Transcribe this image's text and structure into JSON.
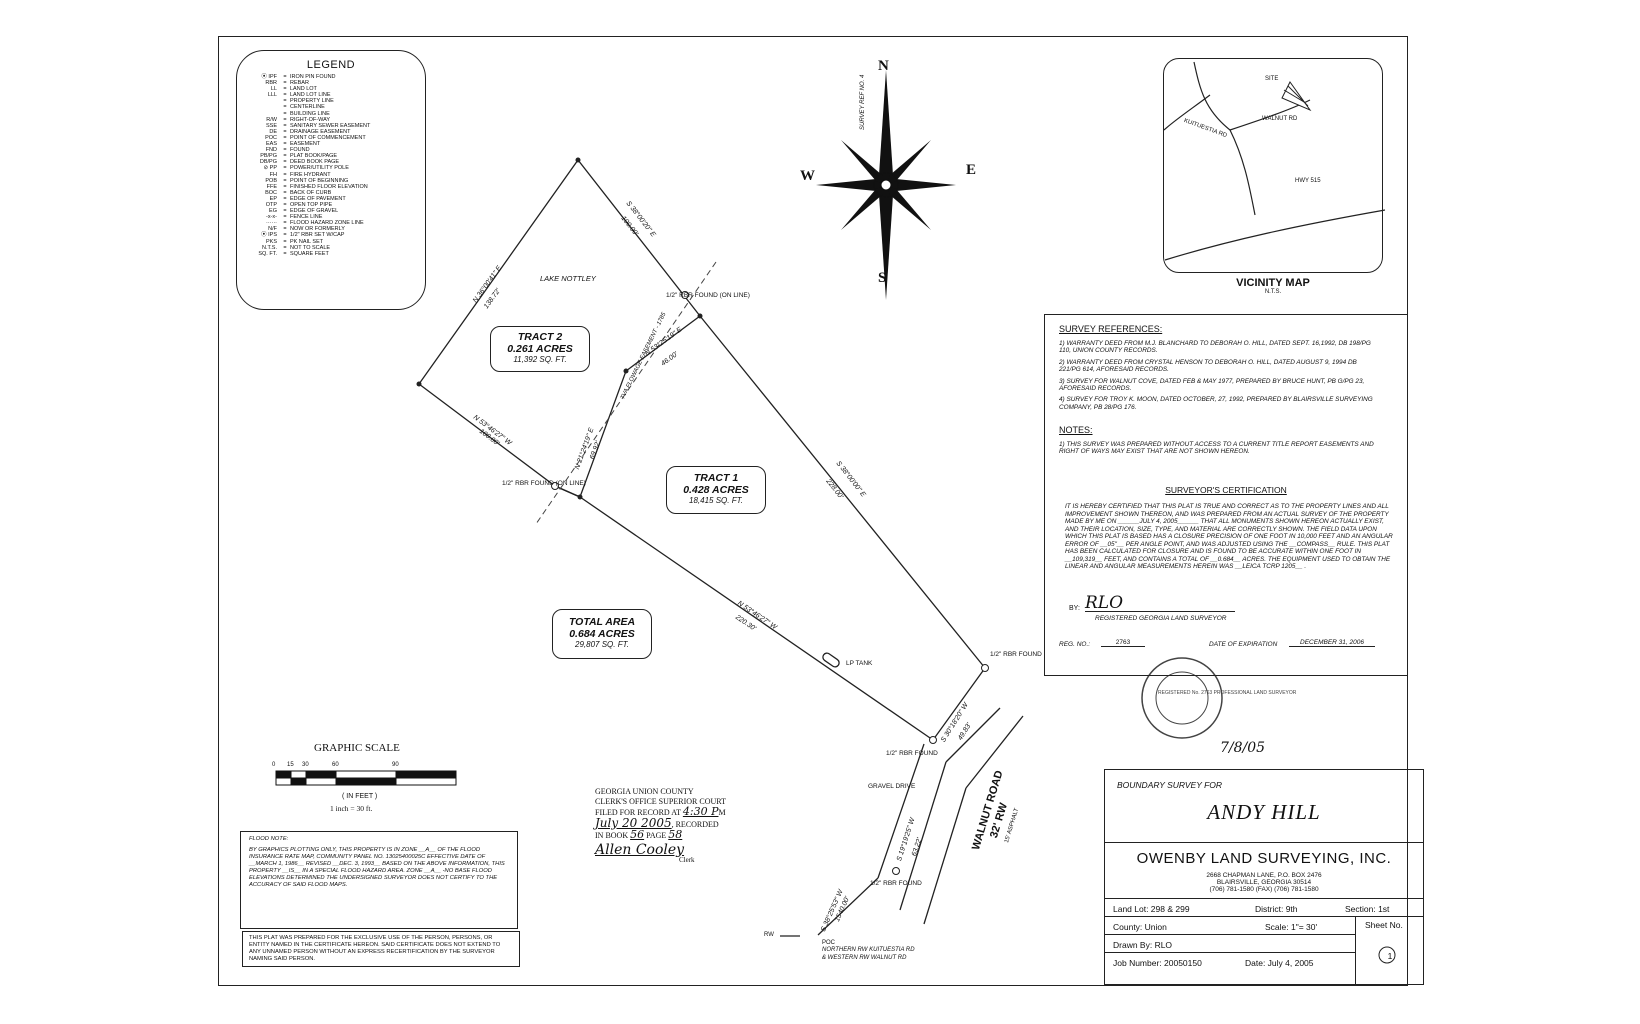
{
  "legend": {
    "title": "LEGEND",
    "items": [
      {
        "sym": "⦿ IPF",
        "desc": "IRON PIN FOUND"
      },
      {
        "sym": "RBR",
        "desc": "REBAR"
      },
      {
        "sym": "LL",
        "desc": "LAND LOT"
      },
      {
        "sym": "LLL",
        "desc": "LAND LOT LINE"
      },
      {
        "sym": "",
        "desc": "PROPERTY LINE"
      },
      {
        "sym": "",
        "desc": "CENTERLINE"
      },
      {
        "sym": "",
        "desc": "BUILDING LINE"
      },
      {
        "sym": "R/W",
        "desc": "RIGHT-OF-WAY"
      },
      {
        "sym": "SSE",
        "desc": "SANITARY SEWER EASEMENT"
      },
      {
        "sym": "DE",
        "desc": "DRAINAGE EASEMENT"
      },
      {
        "sym": "POC",
        "desc": "POINT OF COMMENCEMENT"
      },
      {
        "sym": "EAS",
        "desc": "EASEMENT"
      },
      {
        "sym": "FND",
        "desc": "FOUND"
      },
      {
        "sym": "PB/PG",
        "desc": "PLAT BOOK/PAGE"
      },
      {
        "sym": "DB/PG",
        "desc": "DEED BOOK PAGE"
      },
      {
        "sym": "⊘ PP",
        "desc": "POWER/UTILITY POLE"
      },
      {
        "sym": "FH",
        "desc": "FIRE HYDRANT"
      },
      {
        "sym": "POB",
        "desc": "POINT OF BEGINNING"
      },
      {
        "sym": "FFE",
        "desc": "FINISHED FLOOR ELEVATION"
      },
      {
        "sym": "BOC",
        "desc": "BACK OF CURB"
      },
      {
        "sym": "EP",
        "desc": "EDGE OF PAVEMENT"
      },
      {
        "sym": "OTP",
        "desc": "OPEN TOP PIPE"
      },
      {
        "sym": "EG",
        "desc": "EDGE OF GRAVEL"
      },
      {
        "sym": "-x-x-",
        "desc": "FENCE LINE"
      },
      {
        "sym": "······",
        "desc": "FLOOD HAZARD ZONE LINE"
      },
      {
        "sym": "N/F",
        "desc": "NOW OR FORMERLY"
      },
      {
        "sym": "⦿ IPS",
        "desc": "1/2\" RBR SET W/CAP"
      },
      {
        "sym": "PKS",
        "desc": "PK NAIL SET"
      },
      {
        "sym": "N.T.S.",
        "desc": "NOT TO SCALE"
      },
      {
        "sym": "SQ. FT.",
        "desc": "SQUARE FEET"
      }
    ]
  },
  "compass": {
    "n": "N",
    "s": "S",
    "e": "E",
    "w": "W",
    "ref": "SURVEY REF NO. 4"
  },
  "vicinity_map": {
    "title": "VICINITY MAP",
    "subtitle": "N.T.S.",
    "labels": {
      "site": "SITE",
      "kuitu": "KUITUESTIA RD",
      "walnut": "WALNUT RD",
      "hwy": "HWY 515"
    }
  },
  "plat": {
    "lake": "LAKE NOTTLEY",
    "tract2": {
      "name": "TRACT 2",
      "acres": "0.261 ACRES",
      "sqft": "11,392 SQ. FT."
    },
    "tract1": {
      "name": "TRACT 1",
      "acres": "0.428 ACRES",
      "sqft": "18,415 SQ. FT."
    },
    "total": {
      "name": "TOTAL AREA",
      "acres": "0.684 ACRES",
      "sqft": "29,807 SQ. FT."
    },
    "bearings": {
      "b1": "N 36°00'41\" E",
      "b1d": "138.72'",
      "b2": "S 38°00'20\" E",
      "b2d": "100.00'",
      "b3": "N 53°25'19\" E",
      "b3d": "46.00'",
      "b4": "N 53°46'27\" W",
      "b4d": "100.00'",
      "b5": "N 21°24'19\" E",
      "b5d": "69.92'",
      "b6": "S 38°00'00\" E",
      "b6d": "228.00'",
      "b7": "N 53°46'27\" W",
      "b7d": "220.30'",
      "b8": "S 30°18'20\" W",
      "b8d": "49.83'",
      "b9": "S 19°19'25\" W",
      "b9d": "63.22'",
      "b10": "S 38°25'53\" W",
      "b10d": "1540.00'",
      "flowage": "TVA FLOWAGE EASEMENT - 1785"
    },
    "notes": {
      "rbr_found_online_top": "1/2\" RBR FOUND (ON LINE)",
      "rbr_found_online_left": "1/2\" RBR FOUND (ON LINE)",
      "rbr_found_right": "1/2\" RBR FOUND",
      "rbr_found_bottom": "1/2\" RBR FOUND",
      "rbr_found_lower": "1/2\" RBR FOUND",
      "lp_tank": "LP TANK",
      "gravel_drive": "GRAVEL DRIVE",
      "road_name": "WALNUT ROAD",
      "road_rw": "32' RW",
      "road_asphalt": "15' ASPHALT",
      "rw": "RW",
      "poc": "POC",
      "poc_desc1": "NORTHERN RW KUITUESTIA RD",
      "poc_desc2": "& WESTERN RW WALNUT RD"
    }
  },
  "graphic_scale": {
    "title": "GRAPHIC SCALE",
    "ticks": [
      "0",
      "15",
      "30",
      "60",
      "90"
    ],
    "unit": "( IN FEET )",
    "ratio": "1 inch = 30 ft."
  },
  "flood_note": {
    "title": "FLOOD NOTE:",
    "body": "BY GRAPHICS PLOTTING ONLY, THIS PROPERTY IS IN ZONE __A__ OF THE FLOOD INSURANCE RATE MAP, COMMUNITY PANEL NO. 13025400025C EFFECTIVE DATE OF __MARCH 1, 1986__ REVISED __DEC. 3, 1993__ BASED ON THE ABOVE INFORMATION, THIS PROPERTY __IS__ IN A SPECIAL FLOOD HAZARD AREA. ZONE __A__ -NO BASE FLOOD ELEVATIONS DETERMINED THE UNDERSIGNED SURVEYOR DOES NOT CERTIFY TO THE ACCURACY OF SAID FLOOD MAPS."
  },
  "exclusive_note": "THIS PLAT WAS PREPARED FOR THE EXCLUSIVE USE OF THE PERSON, PERSONS, OR ENTITY NAMED IN THE CERTIFICATE HEREON. SAID CERTIFICATE DOES NOT EXTEND TO ANY UNNAMED PERSON WITHOUT AN EXPRESS RECERTIFICATION BY THE SURVEYOR NAMING SAID PERSON.",
  "clerk": {
    "line1": "GEORGIA UNION COUNTY",
    "line2": "CLERK'S OFFICE SUPERIOR COURT",
    "filed": "FILED FOR RECORD AT",
    "time": "4:30 P",
    "m": "M",
    "date": "July 20 2005",
    "recorded": ", RECORDED",
    "in_book": "IN BOOK",
    "book": "56",
    "page_lbl": "PAGE",
    "page": "58",
    "signature": "Allen Cooley",
    "role": "Clerk"
  },
  "survey_refs": {
    "heading": "SURVEY REFERENCES:",
    "items": [
      "1) WARRANTY DEED FROM M.J. BLANCHARD TO DEBORAH O. HILL, DATED SEPT. 16,1992, DB 198/PG 110, UNION COUNTY RECORDS.",
      "2) WARRANTY DEED FROM CRYSTAL HENSON TO DEBORAH O. HILL, DATED AUGUST 9, 1994 DB 221/PG 614, AFORESAID RECORDS.",
      "3) SURVEY FOR WALNUT COVE, DATED FEB & MAY 1977, PREPARED BY BRUCE HUNT, PB G/PG 23, AFORESAID RECORDS.",
      "4) SURVEY FOR TROY K. MOON, DATED OCTOBER, 27, 1992, PREPARED BY BLAIRSVILLE SURVEYING COMPANY, PB 28/PG 176."
    ],
    "notes_heading": "NOTES:",
    "notes": [
      "1) THIS SURVEY WAS PREPARED WITHOUT ACCESS TO A CURRENT TITLE REPORT EASEMENTS AND RIGHT OF WAYS MAY EXIST THAT ARE NOT SHOWN HEREON."
    ],
    "cert_heading": "SURVEYOR'S CERTIFICATION",
    "cert_body": "IT IS HEREBY CERTIFIED THAT THIS PLAT IS TRUE AND CORRECT AS TO THE PROPERTY LINES AND ALL IMPROVEMENT SHOWN THEREON, AND WAS PREPARED FROM AN ACTUAL SURVEY OF THE PROPERTY MADE BY ME ON ______JULY 4, 2005______ THAT ALL MONUMENTS SHOWN HEREON ACTUALLY EXIST, AND THEIR LOCATION, SIZE, TYPE, AND MATERIAL ARE CORRECTLY SHOWN. THE FIELD DATA UPON WHICH THIS PLAT IS BASED HAS A CLOSURE PRECISION OF ONE FOOT IN 10,000 FEET AND AN ANGULAR ERROR OF __05\"__ PER ANGLE POINT, AND WAS ADJUSTED USING THE __COMPASS__ RULE. THIS PLAT HAS BEEN CALCULATED FOR CLOSURE AND IS FOUND TO BE ACCURATE WITHIN ONE FOOT IN __109,319__ FEET, AND CONTAINS A TOTAL OF __0.684__ ACRES. THE EQUIPMENT USED TO OBTAIN THE LINEAR AND ANGULAR MEASUREMENTS HEREIN WAS __LEICA TCRP 1205__ .",
    "by": "BY:",
    "signature": "RLO",
    "registered": "REGISTERED GEORGIA LAND SURVEYOR",
    "reg_no_lbl": "REG. NO.:",
    "reg_no": "2763",
    "exp_lbl": "DATE OF EXPIRATION",
    "exp": "DECEMBER 31, 2006"
  },
  "seal": {
    "date": "7/8/05",
    "text": "REGISTERED No. 2763 PROFESSIONAL LAND SURVEYOR"
  },
  "title_block": {
    "prefix": "BOUNDARY SURVEY FOR",
    "client": "ANDY HILL",
    "company": "OWENBY LAND SURVEYING, INC.",
    "addr1": "2668 CHAPMAN LANE, P.O. BOX 2476",
    "addr2": "BLAIRSVILLE, GEORGIA 30514",
    "addr3": "(706) 781-1580   (FAX) (706) 781-1580",
    "land_lot": "Land Lot:  298 & 299",
    "district": "District:  9th",
    "section": "Section:  1st",
    "county": "County:  Union",
    "scale": "Scale:  1\"= 30'",
    "drawn": "Drawn By:  RLO",
    "job": "Job Number:  20050150",
    "date": "Date:  July 4, 2005",
    "sheet_lbl": "Sheet No.",
    "sheet": "1"
  }
}
